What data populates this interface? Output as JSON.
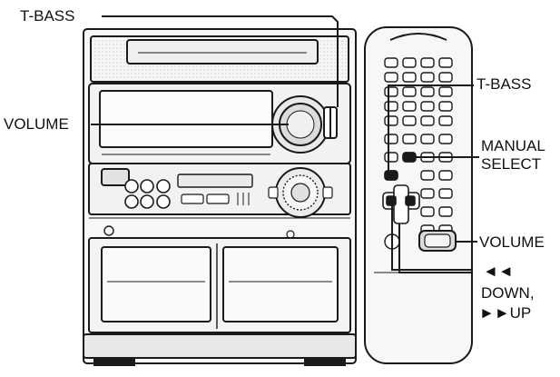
{
  "labels": {
    "tbass_top": "T-BASS",
    "volume_left": "VOLUME",
    "tbass_remote": "T-BASS",
    "manual_select_line1": "MANUAL",
    "manual_select_line2": "SELECT",
    "volume_remote": "VOLUME",
    "down_symbol": "◄◄",
    "down_text": "DOWN,",
    "up_text": "►►UP"
  },
  "colors": {
    "ink": "#1a1a1a",
    "panel": "#f4f4f4",
    "shade": "#d9d9d9",
    "knob": "#e6e6e6"
  }
}
